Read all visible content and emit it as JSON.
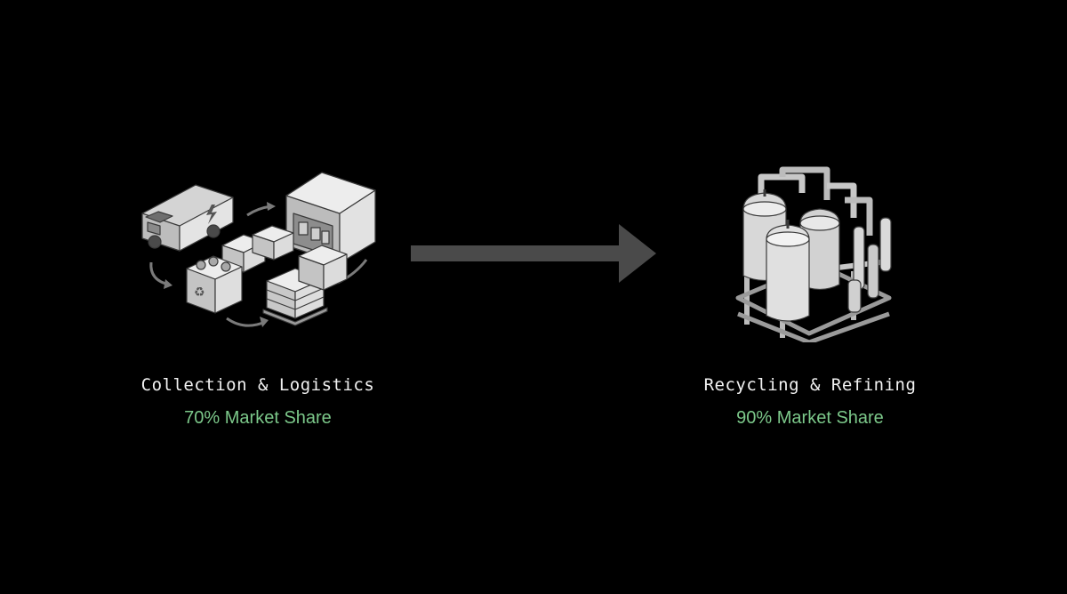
{
  "theme": {
    "background": "#000000",
    "title_color": "#f2f2f2",
    "share_color": "#7cc88a",
    "arrow_color": "#4a4a4a",
    "illustration_fill": "#cfcfcf",
    "illustration_stroke": "#3a3a3a"
  },
  "stages": [
    {
      "title": "Collection & Logistics",
      "share": "70% Market Share",
      "icon": "collection-logistics-icon"
    },
    {
      "title": "Recycling & Refining",
      "share": "90% Market Share",
      "icon": "refinery-icon"
    }
  ],
  "connector": {
    "icon": "right-arrow-icon"
  }
}
